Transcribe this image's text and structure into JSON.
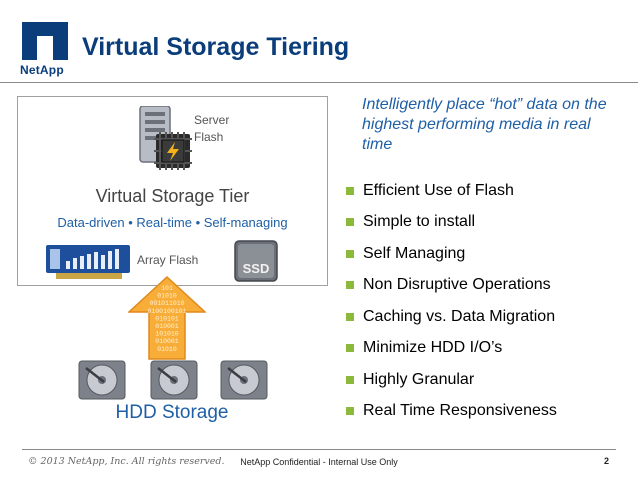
{
  "brand": {
    "name": "NetApp",
    "color_primary": "#0a3d7a",
    "color_accent": "#1f5fa6",
    "bullet_color": "#8cb93a"
  },
  "slide": {
    "title": "Virtual Storage Tiering"
  },
  "diagram": {
    "server_label_line1": "Server",
    "server_label_line2": "Flash",
    "tier_title": "Virtual Storage Tier",
    "tier_subtitle": "Data-driven • Real-time • Self-managing",
    "array_label": "Array Flash",
    "ssd_label": "SSD",
    "binary_rows": [
      "101",
      "01010",
      "001011010",
      "0100100101",
      "010101",
      "010001",
      "101010",
      "010001",
      "01010"
    ],
    "hdd_label": "HDD Storage",
    "icons": [
      "server-flash-icon",
      "flash-card-icon",
      "ssd-icon",
      "hdd-icon"
    ]
  },
  "content": {
    "headline": "Intelligently place “hot” data on the highest performing media in real time",
    "bullets": [
      "Efficient Use of Flash",
      "Simple to install",
      "Self Managing",
      "Non Disruptive Operations",
      "Caching vs. Data Migration",
      "Minimize HDD I/O’s",
      "Highly Granular",
      "Real Time Responsiveness"
    ]
  },
  "footer": {
    "copyright": "© 2013 NetApp, Inc. All rights reserved.",
    "confidential": "NetApp Confidential - Internal Use Only",
    "page_number": "2"
  }
}
